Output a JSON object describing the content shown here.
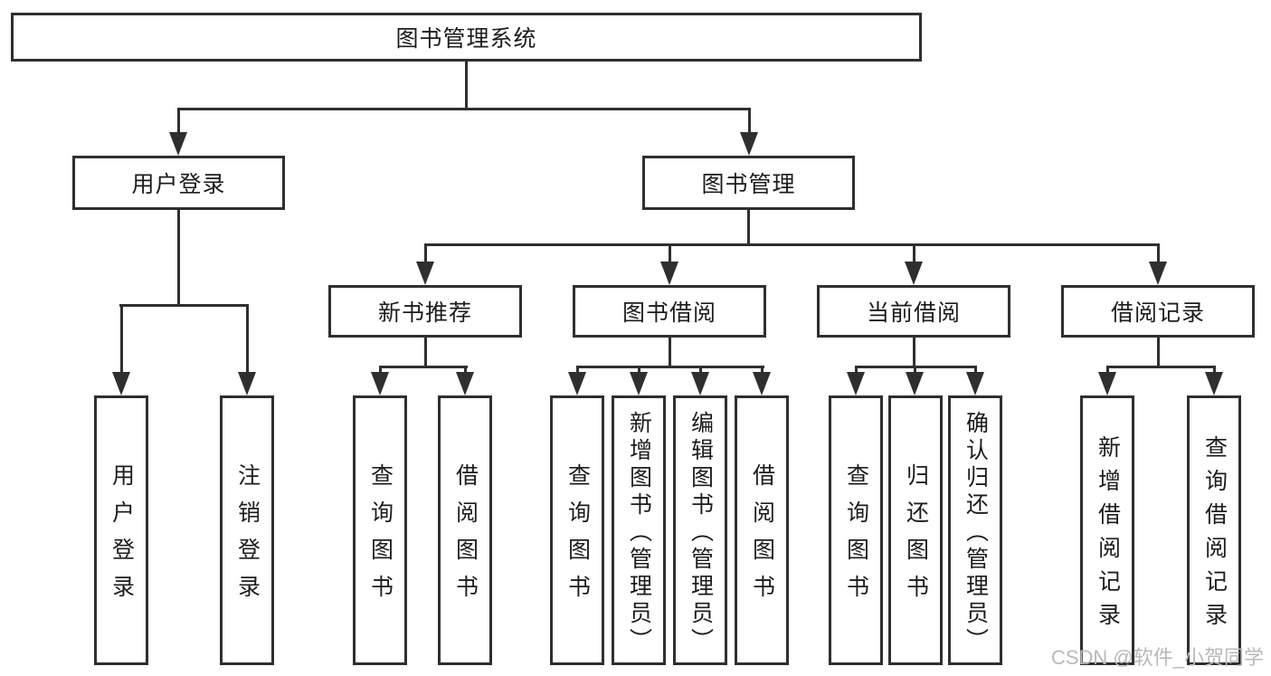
{
  "nodes": {
    "root": "图书管理系统",
    "level2": {
      "user_login": "用户登录",
      "book_management": "图书管理"
    },
    "level3": {
      "new_book_recommend": "新书推荐",
      "book_borrow": "图书借阅",
      "current_borrow": "当前借阅",
      "borrow_records": "借阅记录"
    },
    "leaves": {
      "user_login": [
        "用户登录",
        "注销登录"
      ],
      "new_book_recommend": [
        "查询图书",
        "借阅图书"
      ],
      "book_borrow": [
        "查询图书",
        "新增图书（管理员）",
        "编辑图书（管理员）",
        "借阅图书"
      ],
      "current_borrow": [
        "查询图书",
        "归还图书",
        "确认归还（管理员）"
      ],
      "borrow_records": [
        "新增借阅记录",
        "查询借阅记录"
      ]
    }
  },
  "colors": {
    "line": "#2f2f2f",
    "text": "#1c1c1c",
    "watermark": "#b9b9b9",
    "background": "#ffffff"
  },
  "watermark": {
    "text": "CSDN @软件_小贺同学"
  }
}
